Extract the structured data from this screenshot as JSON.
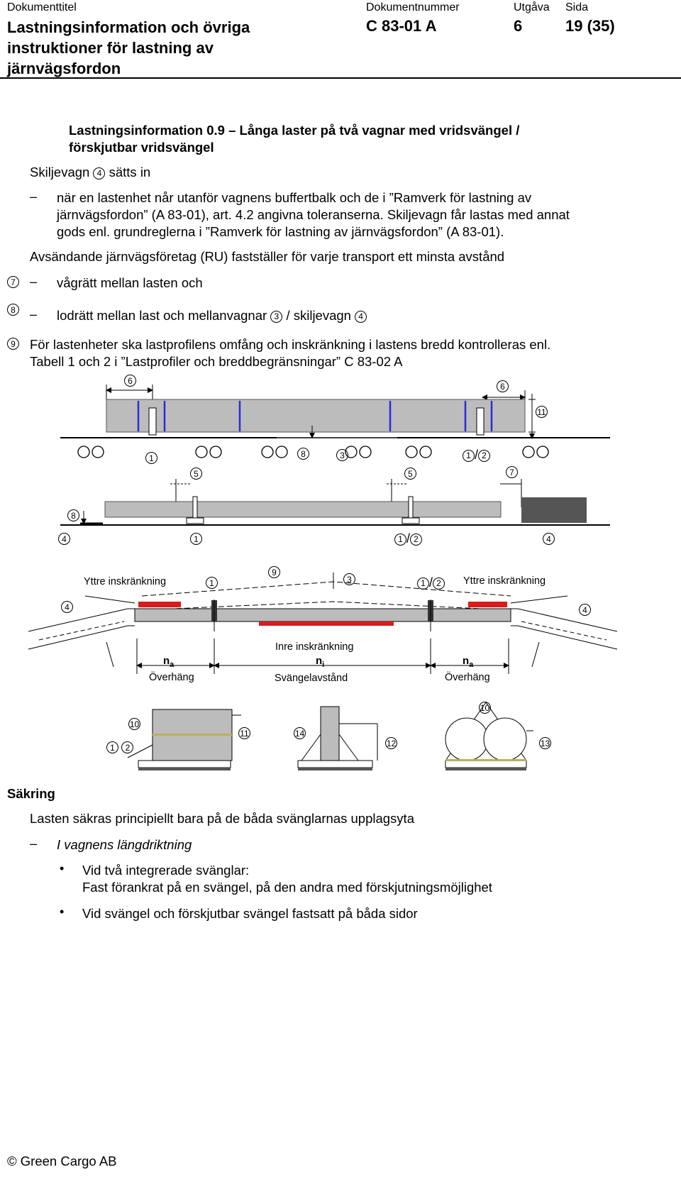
{
  "header": {
    "doc_title_label": "Dokumenttitel",
    "doc_title": "Lastningsinformation och övriga instruktioner för lastning av järnvägsfordon",
    "doc_number_label": "Dokumentnummer",
    "doc_number": "C 83-01 A",
    "edition_label": "Utgåva",
    "edition": "6",
    "page_label": "Sida",
    "page": "19 (35)"
  },
  "section": {
    "heading_line1": "Lastningsinformation 0.9 – Långa laster på två vagnar med vridsvängel /",
    "heading_line2": "förskjutbar vridsvängel",
    "intro_a": "Skiljevagn",
    "intro_b": "sätts in",
    "dash_line1": "när en lastenhet når utanför vagnens buffertbalk och de i ”Ramverk för lastning av",
    "dash_line2": "järnvägsfordon” (A 83-01), art. 4.2 angivna toleranserna. Skiljevagn får lastas med annat",
    "dash_line3": "gods enl. grundreglerna i ”Ramverk för lastning av järnvägsfordon” (A 83-01).",
    "ru_line": "Avsändande järnvägsföretag (RU) fastställer för varje transport ett minsta avstånd",
    "item7_text": "vågrätt mellan lasten och",
    "item8_text_a": "lodrätt mellan last och mellanvagnar",
    "item8_text_b": "/ skiljevagn",
    "item9_line1": "För lastenheter ska lastprofilens omfång och inskränkning i lastens bredd kontrolleras enl.",
    "item9_line2": "Tabell 1 och 2 i ”Lastprofiler och breddbegränsningar” C 83-02 A"
  },
  "markers": {
    "m1": "1",
    "m2": "2",
    "m3": "3",
    "m4": "4",
    "m5": "5",
    "m6": "6",
    "m7": "7",
    "m8": "8",
    "m9": "9",
    "m10": "10",
    "m11": "11",
    "m12": "12",
    "m13": "13",
    "m14": "14"
  },
  "figure": {
    "outer_restriction": "Yttre inskränkning",
    "inner_restriction": "Inre inskränkning",
    "n_a": "n",
    "sub_a": "a",
    "n_i": "n",
    "sub_i": "i",
    "overhang": "Överhäng",
    "pivot_distance": "Svängelavstånd",
    "slash": "/"
  },
  "securing": {
    "heading": "Säkring",
    "intro": "Lasten säkras principiellt bara på de båda sväng­larnas upplagsyta",
    "dash_item": "I vagnens längdriktning",
    "bullet1_line1": "Vid två integrerade svänglar:",
    "bullet1_line2": "Fast förankrat på en svängel, på den andra med förskjutningsmöjlighet",
    "bullet2": "Vid svängel och förskjutbar svängel fastsatt på båda sidor",
    "bullet_symbol": "•",
    "dash_symbol": "–"
  },
  "footer": {
    "copyright": "© Green Cargo AB"
  },
  "colors": {
    "accent_blue": "#2a2ad8",
    "restriction_red": "#d81c1c",
    "load_gray": "#bcbcbc",
    "cargo_dark": "#555555",
    "base_olive": "#b8b060"
  }
}
